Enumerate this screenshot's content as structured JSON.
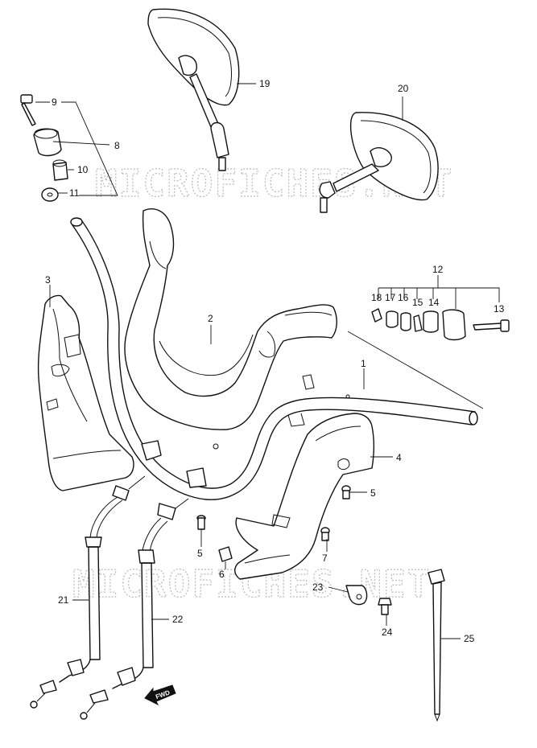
{
  "watermarks": [
    "MICROFICHES.NET",
    "MICROFICHES.NET"
  ],
  "fwd_label": "FWD",
  "callouts": [
    "1",
    "2",
    "3",
    "4",
    "5",
    "5",
    "6",
    "7",
    "8",
    "9",
    "10",
    "11",
    "12",
    "13",
    "14",
    "15",
    "16",
    "17",
    "18",
    "19",
    "20",
    "21",
    "22",
    "23",
    "24",
    "25"
  ]
}
